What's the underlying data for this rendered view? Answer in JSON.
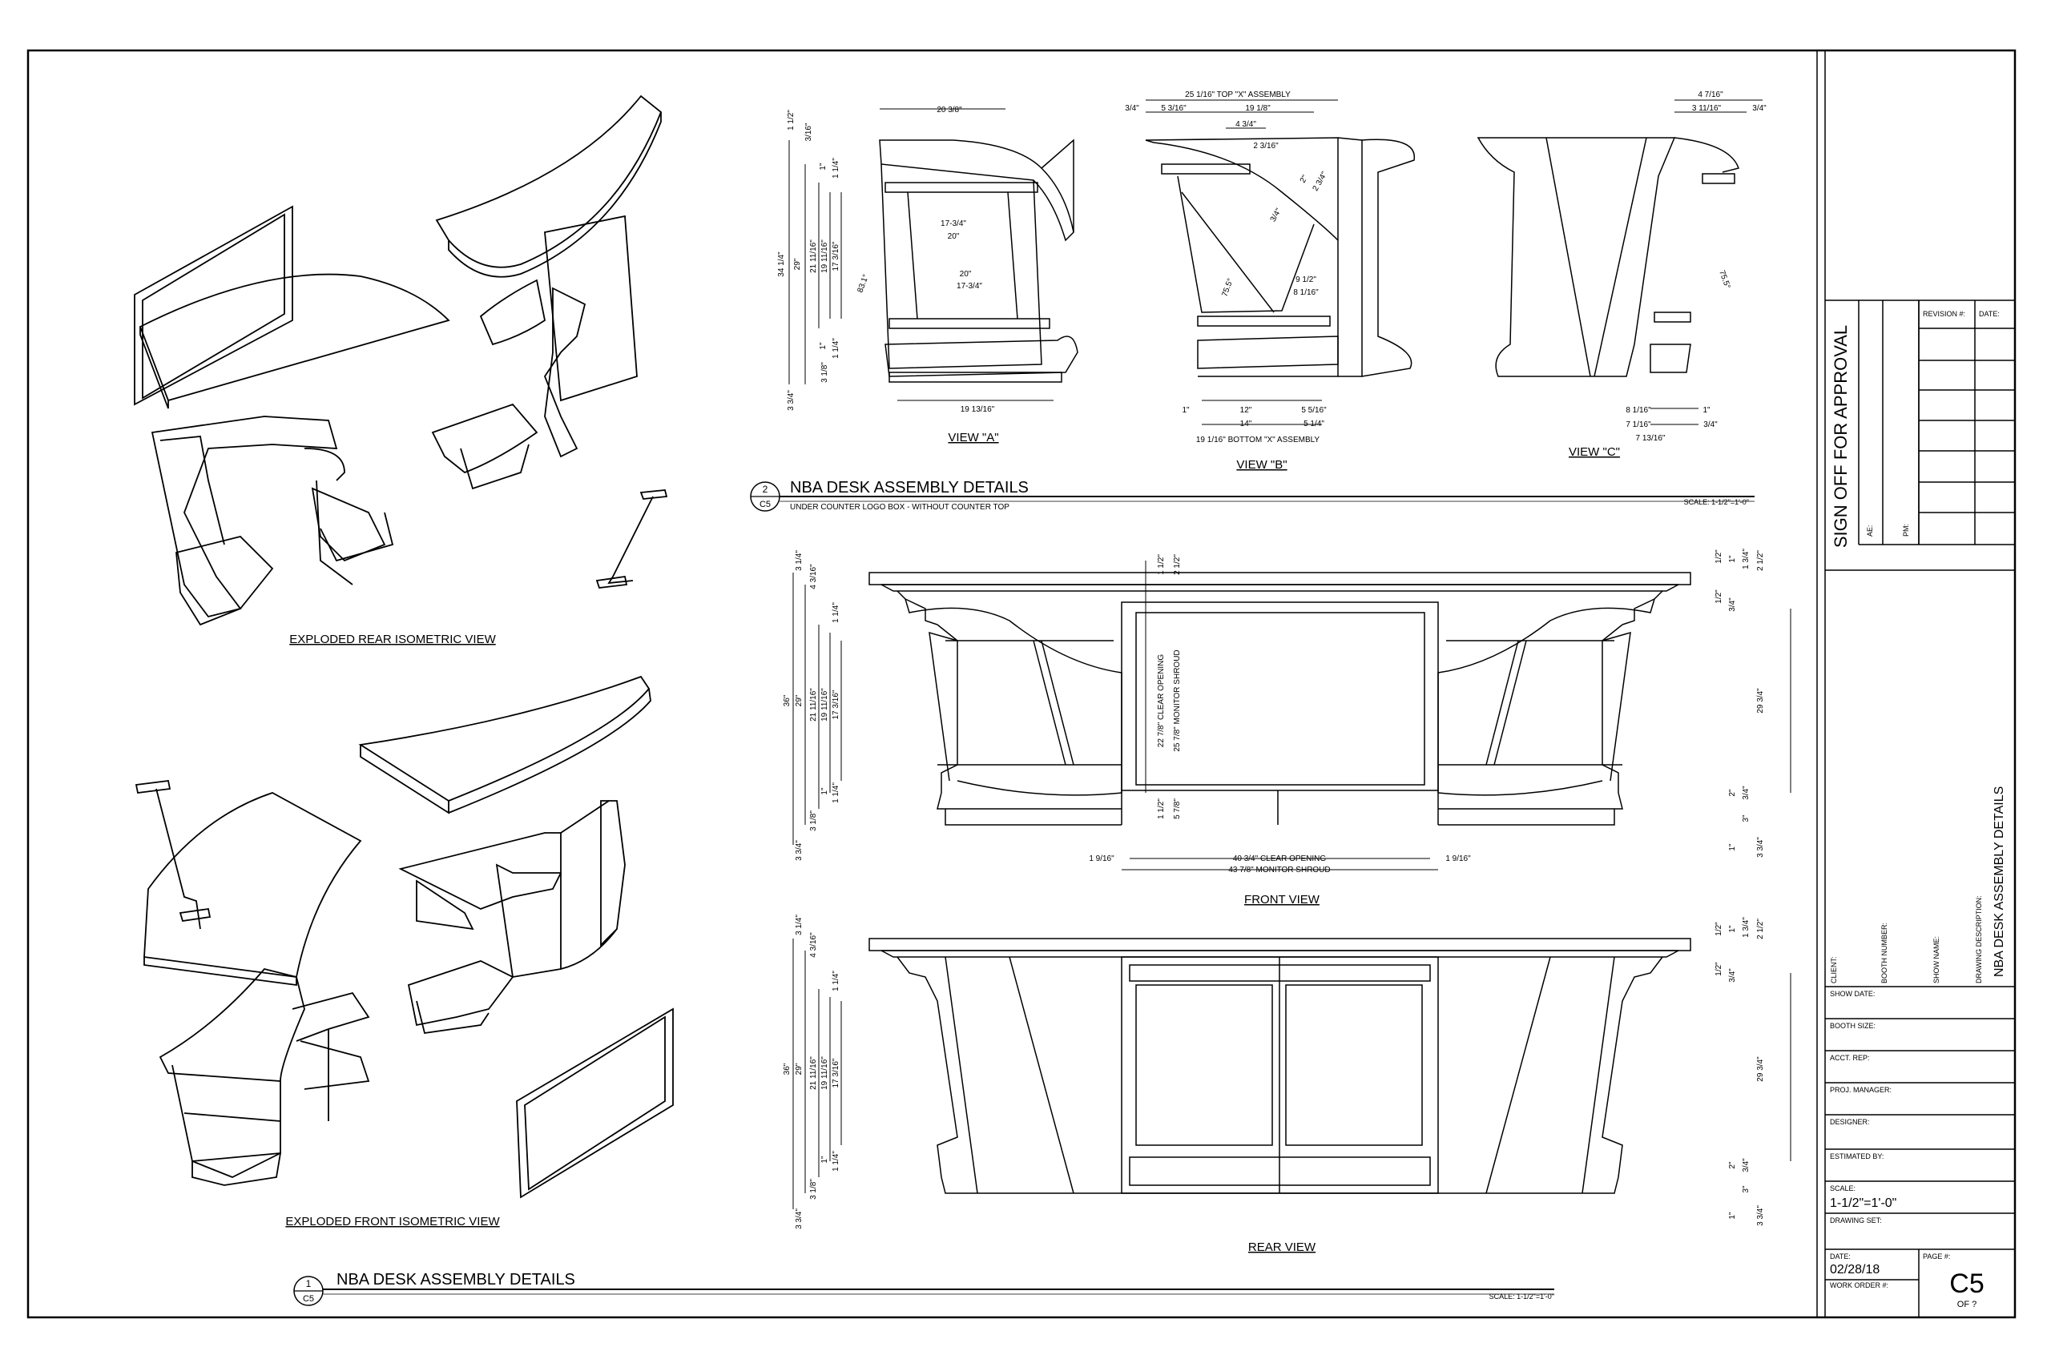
{
  "views": {
    "exploded_rear": "EXPLODED REAR ISOMETRIC VIEW",
    "exploded_front": "EXPLODED FRONT ISOMETRIC VIEW",
    "view_a": "VIEW \"A\"",
    "view_b": "VIEW \"B\"",
    "view_c": "VIEW \"C\"",
    "front": "FRONT VIEW",
    "rear": "REAR VIEW"
  },
  "detail2": {
    "num": "2",
    "sheet": "C5",
    "title": "NBA DESK ASSEMBLY DETAILS",
    "subtitle": "UNDER COUNTER LOGO BOX - WITHOUT COUNTER TOP",
    "scale": "SCALE: 1-1/2\"=1'-0\""
  },
  "detail1": {
    "num": "1",
    "sheet": "C5",
    "title": "NBA DESK ASSEMBLY DETAILS",
    "scale": "SCALE: 1-1/2\"=1'-0\""
  },
  "dims": {
    "va_top": "20 3/8\"",
    "va_left_1": "1 1/2\"",
    "va_left_2": "3/16\"",
    "va_h1": "34 1/4\"",
    "va_h2": "29\"",
    "va_h3": "21 11/16\"",
    "va_h4": "19 11/16\"",
    "va_h5": "17 3/16\"",
    "va_1": "1\"",
    "va_114a": "1 1/4\"",
    "va_114b": "1 1/4\"",
    "va_1b": "1\"",
    "va_318": "3 1/8\"",
    "va_334": "3 3/4\"",
    "va_w1": "17-3/4\"",
    "va_w2": "20\"",
    "va_w3": "20\"",
    "va_w4": "17-3/4\"",
    "va_ang": "83.1°",
    "va_bot": "19 13/16\"",
    "vb_top": "25 1/16\" TOP \"X\" ASSEMBLY",
    "vb_34": "3/4\"",
    "vb_5316": "5 3/16\"",
    "vb_1918": "19 1/8\"",
    "vb_434": "4 3/4\"",
    "vb_2316": "2 3/16\"",
    "vb_2": "2\"",
    "vb_234": "2 3/4\"",
    "vb_34b": "3/4\"",
    "vb_ang": "75.5°",
    "vb_912": "9 1/2\"",
    "vb_8116": "8 1/16\"",
    "vb_1": "1\"",
    "vb_12": "12\"",
    "vb_5516": "5 5/16\"",
    "vb_14": "14\"",
    "vb_514": "5 1/4\"",
    "vb_bot": "19 1/16\" BOTTOM \"X\" ASSEMBLY",
    "vc_4716": "4 7/16\"",
    "vc_31116": "3 11/16\"",
    "vc_34": "3/4\"",
    "vc_ang": "75.5°",
    "vc_8116": "8 1/16\"",
    "vc_1": "1\"",
    "vc_7116": "7 1/16\"",
    "vc_34b": "3/4\"",
    "vc_71316": "7 13/16\"",
    "fv_314": "3 1/4\"",
    "fv_4316": "4 3/16\"",
    "fv_36": "36\"",
    "fv_29": "29\"",
    "fv_21": "21 11/16\"",
    "fv_19": "19 11/16\"",
    "fv_17": "17 3/16\"",
    "fv_114a": "1 1/4\"",
    "fv_114b": "1 1/4\"",
    "fv_1": "1\"",
    "fv_318": "3 1/8\"",
    "fv_334": "3 3/4\"",
    "fv_112": "1 1/2\"",
    "fv_212": "2 1/2\"",
    "fv_clear_v": "22 7/8\" CLEAR OPENING",
    "fv_shroud_v": "25 7/8\" MONITOR SHROUD",
    "fv_112b": "1 1/2\"",
    "fv_578": "5 7/8\"",
    "fv_1916a": "1 9/16\"",
    "fv_1916b": "1 9/16\"",
    "fv_clear_h": "40 3/4\" CLEAR OPENING",
    "fv_shroud_h": "43 7/8\" MONITOR SHROUD",
    "fv_r12": "1/2\"",
    "fv_r1": "1\"",
    "fv_r134": "1 3/4\"",
    "fv_r212": "2 1/2\"",
    "fv_r12b": "1/2\"",
    "fv_r34": "3/4\"",
    "fv_r2934": "29 3/4\"",
    "fv_r2": "2\"",
    "fv_r34b": "3/4\"",
    "fv_r3": "3\"",
    "fv_r1b": "1\"",
    "fv_r334": "3 3/4\"",
    "rv_314": "3 1/4\"",
    "rv_4316": "4 3/16\"",
    "rv_36": "36\"",
    "rv_29": "29\"",
    "rv_21": "21 11/16\"",
    "rv_19": "19 11/16\"",
    "rv_17": "17 3/16\"",
    "rv_114a": "1 1/4\"",
    "rv_114b": "1 1/4\"",
    "rv_1": "1\"",
    "rv_318": "3 1/8\"",
    "rv_334": "3 3/4\"",
    "rv_r12": "1/2\"",
    "rv_r1": "1\"",
    "rv_r134": "1 3/4\"",
    "rv_r212": "2 1/2\"",
    "rv_r12b": "1/2\"",
    "rv_r34": "3/4\"",
    "rv_r2934": "29 3/4\"",
    "rv_r2": "2\"",
    "rv_r34b": "3/4\"",
    "rv_r3": "3\"",
    "rv_r1b": "1\"",
    "rv_r334": "3 3/4\""
  },
  "title_block": {
    "sign_off": "SIGN OFF FOR APPROVAL",
    "ae": "AE:",
    "pm": "PM:",
    "revision": "REVISION #:",
    "date_col": "DATE:",
    "client": "CLIENT:",
    "booth_number": "BOOTH NUMBER:",
    "show_name": "SHOW NAME:",
    "drawing_desc_label": "DRAWING DESCRIPTION:",
    "drawing_desc": "NBA DESK ASSEMBLY DETAILS",
    "show_date": "SHOW DATE:",
    "booth_size": "BOOTH SIZE:",
    "acct_rep": "ACCT. REP:",
    "proj_manager": "PROJ. MANAGER:",
    "designer": "DESIGNER:",
    "estimated_by": "ESTIMATED BY:",
    "scale_label": "SCALE:",
    "scale_value": "1-1/2\"=1'-0\"",
    "drawing_set": "DRAWING SET:",
    "date_label": "DATE:",
    "date_value": "02/28/18",
    "page_label": "PAGE #:",
    "page_value": "C5",
    "of_value": "OF ?",
    "work_order": "WORK ORDER #:"
  }
}
